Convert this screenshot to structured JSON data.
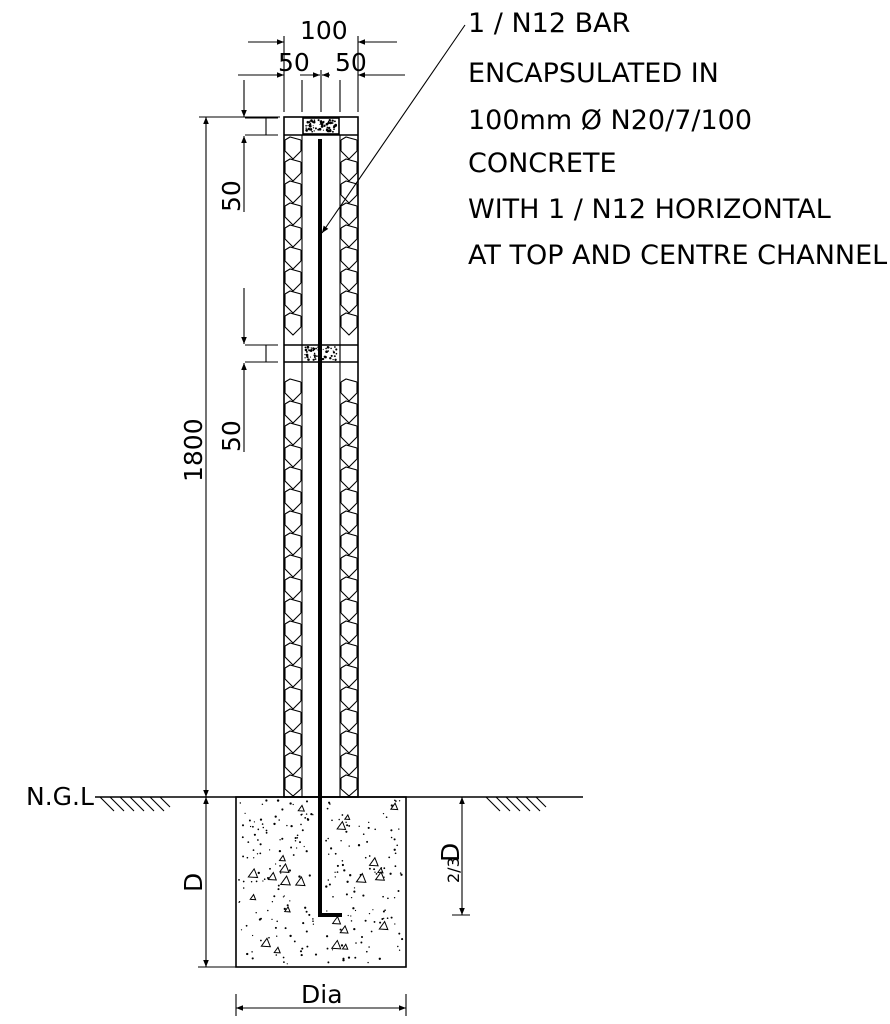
{
  "dimensions": {
    "top_width": "100",
    "half_left": "50",
    "half_right": "50",
    "channel_upper": "50",
    "channel_lower": "50",
    "height": "1800",
    "depth": "D",
    "embed_fraction": "2/3",
    "embed_suffix": "D",
    "diameter": "Dia"
  },
  "labels": {
    "ngl": "N.G.L"
  },
  "note": {
    "lines": [
      "1 / N12 BAR",
      "ENCAPSULATED IN",
      "100mm Ø N20/7/100",
      "CONCRETE",
      "WITH 1 / N12 HORIZONTAL",
      "AT TOP AND CENTRE CHANNEL"
    ]
  }
}
